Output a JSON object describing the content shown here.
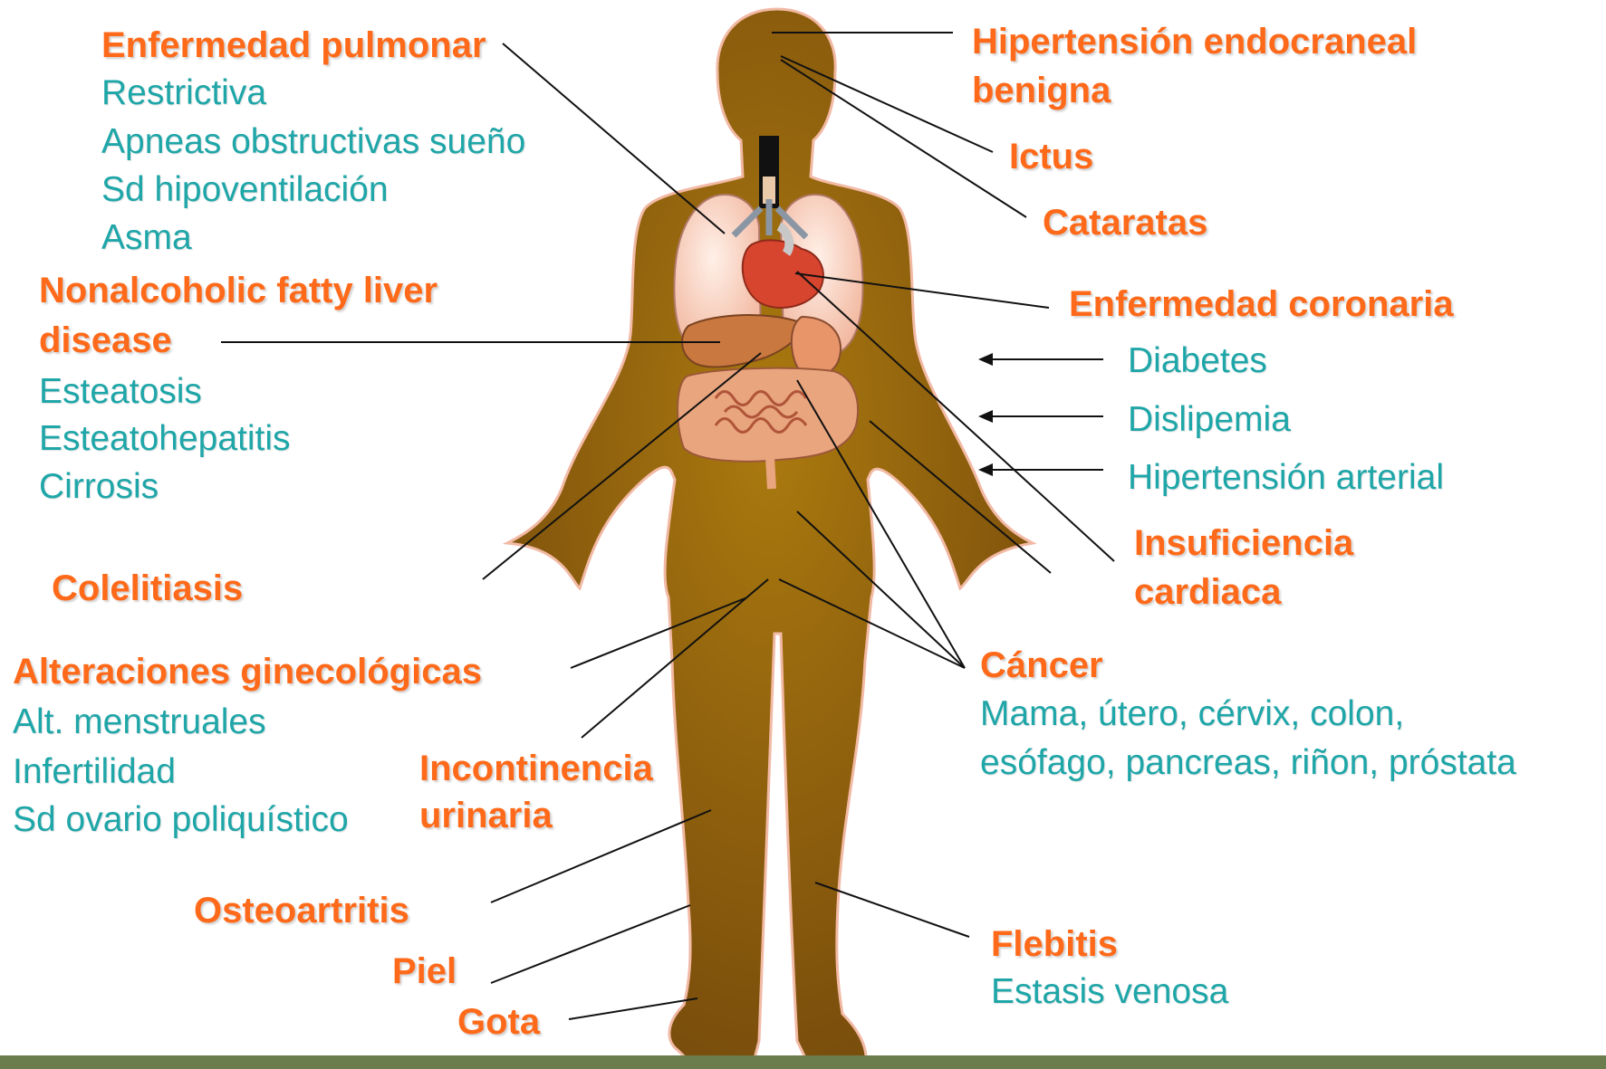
{
  "conditions": {
    "enfermedad_pulmonar": {
      "title": "Enfermedad pulmonar",
      "items": [
        "Restrictiva",
        "Apneas obstructivas sueño",
        "Sd hipoventilación",
        "Asma"
      ]
    },
    "nafld": {
      "title_line1": "Nonalcoholic fatty liver",
      "title_line2": "disease",
      "items": [
        "Esteatosis",
        "Esteatohepatitis",
        "Cirrosis"
      ]
    },
    "colelitiasis": {
      "title": "Colelitiasis"
    },
    "ginecologicas": {
      "title": "Alteraciones ginecológicas",
      "items": [
        "Alt. menstruales",
        "Infertilidad",
        "Sd ovario poliquístico"
      ]
    },
    "incontinencia": {
      "title_line1": "Incontinencia",
      "title_line2": "urinaria"
    },
    "osteoartritis": {
      "title": "Osteoartritis"
    },
    "piel": {
      "title": "Piel"
    },
    "gota": {
      "title": "Gota"
    },
    "hipertension_endocraneal": {
      "title_line1": "Hipertensión endocraneal",
      "title_line2": "benigna"
    },
    "ictus": {
      "title": "Ictus"
    },
    "cataratas": {
      "title": "Cataratas"
    },
    "enfermedad_coronaria": {
      "title": "Enfermedad coronaria",
      "risk_factors": [
        "Diabetes",
        "Dislipemia",
        "Hipertensión arterial"
      ]
    },
    "insuficiencia_cardiaca": {
      "title_line1": "Insuficiencia",
      "title_line2": "cardiaca"
    },
    "cancer": {
      "title": "Cáncer",
      "line1": "Mama, útero, cérvix, colon,",
      "line2": "esófago, pancreas, riñon, próstata"
    },
    "flebitis": {
      "title": "Flebitis",
      "items": [
        "Estasis venosa"
      ]
    }
  },
  "colors": {
    "heading": "#ff6a1a",
    "subitem": "#1fa6a8",
    "body_dark": "#7a4e0c",
    "body_light": "#a8760e",
    "body_outline": "#f2b9a4",
    "footer_bar": "#6b7d4c"
  }
}
